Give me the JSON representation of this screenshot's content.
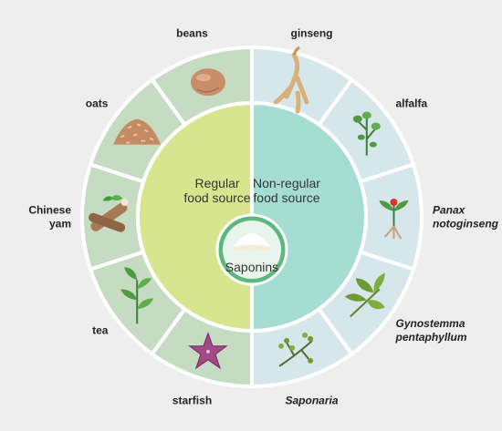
{
  "colors": {
    "background": "#eeeeee",
    "left_segment": "#c5dcc3",
    "right_segment": "#d6e7ec",
    "left_inner": "#d8e58f",
    "right_inner": "#a6ddd3",
    "center_circle": "#5cb87d",
    "center_inner": "#e9f5ec",
    "separator": "#ffffff"
  },
  "center": {
    "label": "Saponins",
    "icon": "powder-pile-icon"
  },
  "inner": {
    "left_line1": "Regular",
    "left_line2": "food source",
    "right_line1": "Non-regular",
    "right_line2": "food source"
  },
  "regular_sources": [
    {
      "lines": [
        "beans"
      ],
      "italic": false,
      "icon": "bean-icon"
    },
    {
      "lines": [
        "oats"
      ],
      "italic": false,
      "icon": "oat-pile-icon"
    },
    {
      "lines": [
        "Chinese",
        "yam"
      ],
      "italic": false,
      "icon": "yam-root-icon"
    },
    {
      "lines": [
        "tea"
      ],
      "italic": false,
      "icon": "tea-leaf-icon"
    },
    {
      "lines": [
        "starfish"
      ],
      "italic": false,
      "icon": "starfish-icon"
    }
  ],
  "non_regular_sources": [
    {
      "lines": [
        "ginseng"
      ],
      "italic": false,
      "icon": "ginseng-root-icon"
    },
    {
      "lines": [
        "alfalfa"
      ],
      "italic": false,
      "icon": "alfalfa-sprig-icon"
    },
    {
      "lines": [
        "Panax",
        "notoginseng"
      ],
      "italic": true,
      "icon": "notoginseng-plant-icon"
    },
    {
      "lines": [
        "Gynostemma",
        "pentaphyllum"
      ],
      "italic": true,
      "icon": "gynostemma-leaf-icon"
    },
    {
      "lines": [
        "Saponaria"
      ],
      "italic": true,
      "icon": "saponaria-plant-icon"
    }
  ]
}
